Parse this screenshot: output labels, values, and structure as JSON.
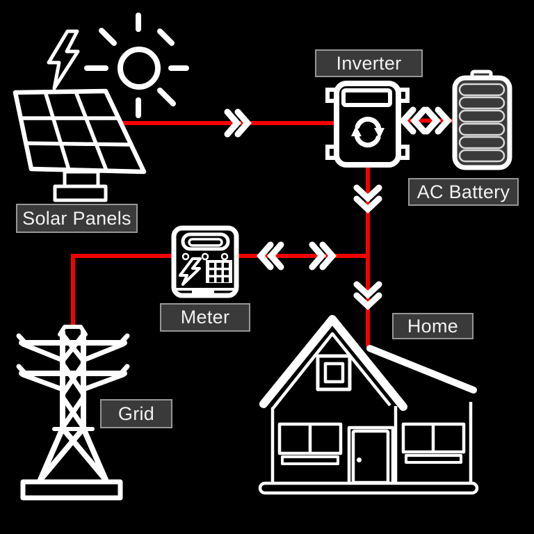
{
  "diagram": {
    "type": "energy-flow",
    "labels": {
      "solar_panels": "Solar Panels",
      "inverter": "Inverter",
      "ac_battery": "AC Battery",
      "meter": "Meter",
      "grid": "Grid",
      "home": "Home"
    },
    "connections": [
      {
        "from": "Solar Panels",
        "to": "Inverter",
        "direction": "one-way-right"
      },
      {
        "from": "Inverter",
        "to": "AC Battery",
        "direction": "two-way"
      },
      {
        "from": "Inverter",
        "to": "Home",
        "direction": "one-way-down"
      },
      {
        "from": "Meter",
        "to": "Inverter-Home line",
        "direction": "two-way"
      },
      {
        "from": "Meter",
        "to": "Grid",
        "direction": "plain-line"
      }
    ],
    "colors": {
      "background": "#000000",
      "line": "#f40000",
      "icon_stroke": "#ffffff",
      "label_background": "#3a3a3a",
      "label_border": "#979797",
      "label_text": "#f2f2f2",
      "battery_fill": "#3a3a3a",
      "battery_cell_stroke": "#d9d9d9"
    }
  }
}
